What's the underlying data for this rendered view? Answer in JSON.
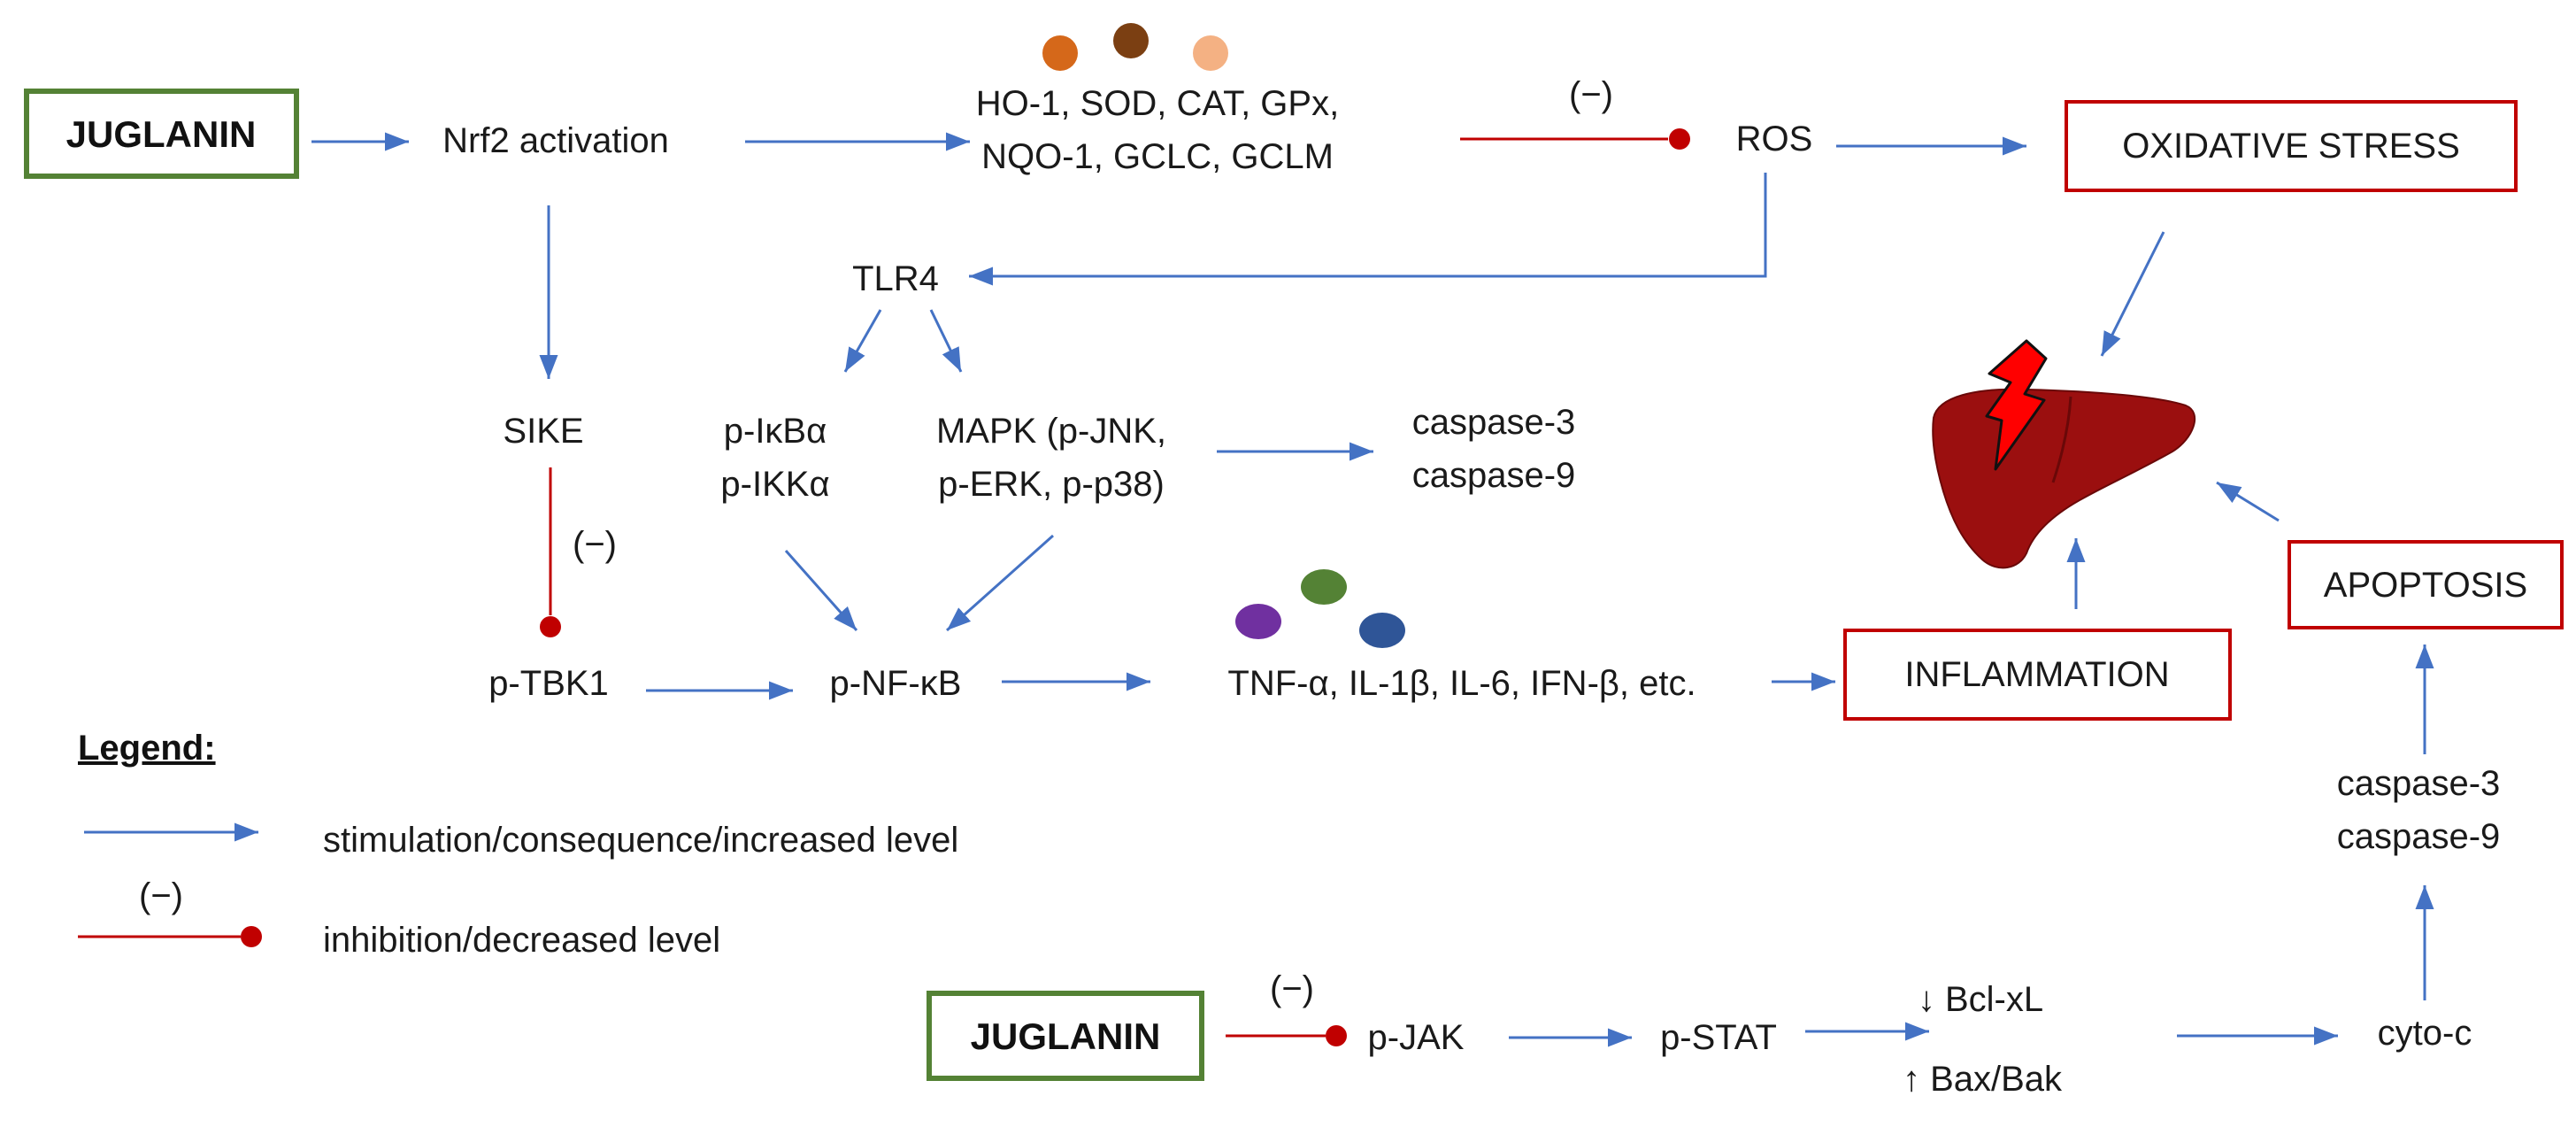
{
  "colors": {
    "arrow": "#4472c4",
    "inhibition": "#c00000",
    "juglanin_box": "#548235",
    "outcome_box": "#c00000",
    "liver": "#9b0f0f",
    "lightning": "#ff0000",
    "dot_ho1": "#d5681a",
    "dot_sod": "#7b3f12",
    "dot_cat": "#f4b183",
    "dot_tnf": "#7030a0",
    "dot_il1": "#548235",
    "dot_il6": "#2f5597"
  },
  "nodes": {
    "juglanin_top": "JUGLANIN",
    "nrf2": "Nrf2 activation",
    "antioxidants_line1": "HO-1, SOD, CAT, GPx,",
    "antioxidants_line2": "NQO-1, GCLC, GCLM",
    "inhib_ros": "(−)",
    "ros": "ROS",
    "oxidative_stress": "OXIDATIVE STRESS",
    "tlr4": "TLR4",
    "sike": "SIKE",
    "inhib_tbk1": "(−)",
    "ikb_line1": "p-IκBα",
    "ikb_line2": "p-IKKα",
    "mapk_line1": "MAPK (p-JNK,",
    "mapk_line2": "p-ERK, p-p38)",
    "casp_upper_line1": "caspase-3",
    "casp_upper_line2": "caspase-9",
    "tbk1": "p-TBK1",
    "nfkb": "p-NF-κB",
    "cytokines": "TNF-α, IL-1β, IL-6, IFN-β, etc.",
    "inflammation": "INFLAMMATION",
    "apoptosis": "APOPTOSIS",
    "casp_lower_line1": "caspase-3",
    "casp_lower_line2": "caspase-9",
    "juglanin_bottom": "JUGLANIN",
    "inhib_jak": "(−)",
    "jak": "p-JAK",
    "stat": "p-STAT",
    "bcl_line1": "↓ Bcl-xL",
    "bcl_line2": "↑ Bax/Bak",
    "cytoc": "cyto-c"
  },
  "legend": {
    "title": "Legend:",
    "stimulation": "stimulation/consequence/increased level",
    "inhibition_sign": "(−)",
    "inhibition": "inhibition/decreased level"
  }
}
